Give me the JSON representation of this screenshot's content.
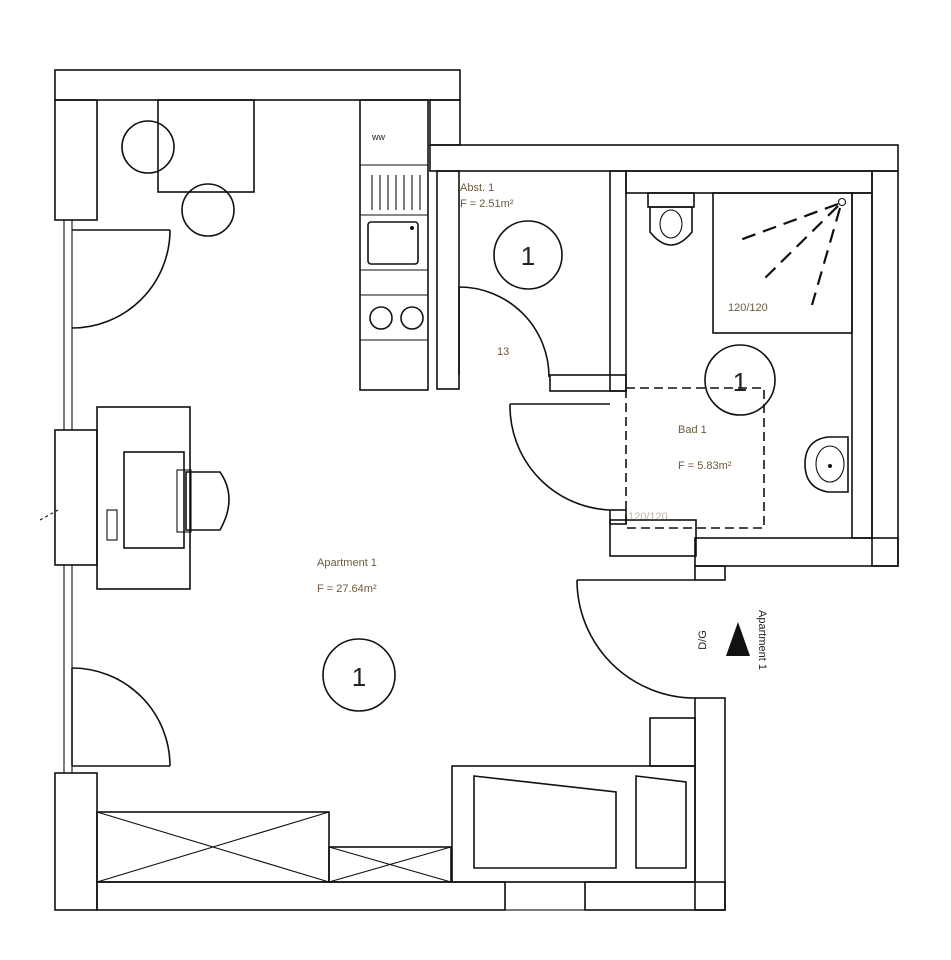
{
  "rooms": [
    {
      "id": "apartment",
      "name": "Apartment 1",
      "area": "F = 27.64m²",
      "tag": "1"
    },
    {
      "id": "abst",
      "name": "Abst. 1",
      "area": "F = 2.51m²",
      "tag": "1"
    },
    {
      "id": "bad",
      "name": "Bad 1",
      "area": "F = 5.83m²",
      "tag": "1"
    }
  ],
  "labels": {
    "door_13": "13",
    "shower_top": "120/120",
    "shower_bottom": "120/120",
    "unit_marker": "D/G",
    "unit_name": "Apartment 1",
    "stove_mark": "ww"
  }
}
